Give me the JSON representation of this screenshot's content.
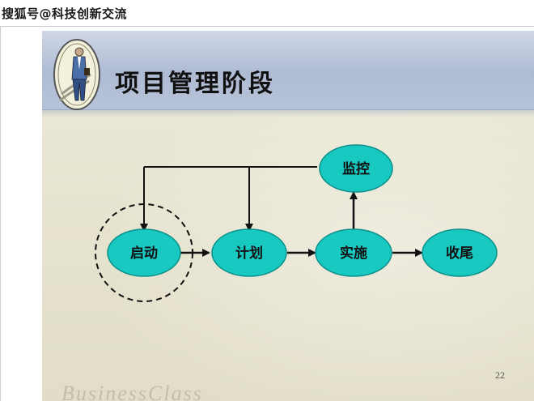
{
  "watermark": {
    "text": "搜狐号@科技创新交流"
  },
  "slide": {
    "title": "项目管理阶段",
    "page_number": "22",
    "brand_text": "BusinessClass"
  },
  "diagram": {
    "nodes": {
      "start": "启动",
      "plan": "计划",
      "execute": "实施",
      "monitor": "监控",
      "close": "收尾"
    },
    "colors": {
      "node_fill": "#18c9c2",
      "node_stroke": "#0e8f8a",
      "arrow": "#111111",
      "dashed_circle": "#111111"
    }
  }
}
